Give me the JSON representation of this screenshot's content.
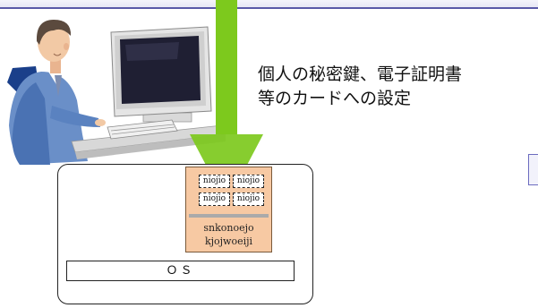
{
  "caption": {
    "line1": "個人の秘密鍵、電子証明書",
    "line2": "等のカードへの設定"
  },
  "chip": {
    "cells": [
      "niojio",
      "niojio",
      "niojio",
      "niojio"
    ],
    "line1": "snkonoejo",
    "line2": "kjojwoeiji"
  },
  "os_label": "ＯＳ",
  "colors": {
    "arrow": "#7dc91d",
    "chip": "#f7c9a3",
    "band": "#5a5aa8"
  },
  "icons": [
    "person-at-computer-icon",
    "down-arrow-icon"
  ]
}
